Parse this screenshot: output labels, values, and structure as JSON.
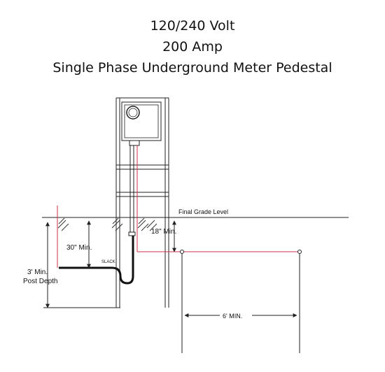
{
  "title": {
    "line1": "120/240 Volt",
    "line2": "200 Amp",
    "line3": "Single Phase Underground Meter Pedestal"
  },
  "labels": {
    "final_grade": "Final Grade Level",
    "depth_18": "18\"  Min.",
    "depth_30": "30\"  Min.",
    "post_depth_1": "3' Min.",
    "post_depth_2": "Post Depth",
    "slack": "SLACK",
    "distance_6": "6' MIN."
  },
  "colors": {
    "line": "#222222",
    "conduit": "#cc3344",
    "hatch": "#333333"
  },
  "icons": {
    "meter": "meter-socket-icon"
  }
}
